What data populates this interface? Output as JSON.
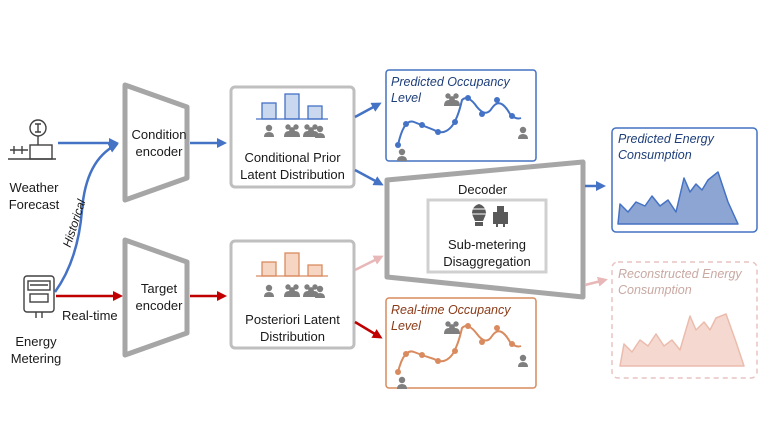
{
  "inputs": {
    "weather_line1": "Weather",
    "weather_line2": "Forecast",
    "energy_line1": "Energy",
    "energy_line2": "Metering",
    "historical_label": "Historical",
    "realtime_label": "Real-time"
  },
  "encoders": {
    "condition_line1": "Condition",
    "condition_line2": "encoder",
    "target_line1": "Target",
    "target_line2": "encoder"
  },
  "latents": {
    "prior_line1": "Conditional Prior",
    "prior_line2": "Latent Distribution",
    "posterior_line1": "Posteriori Latent",
    "posterior_line2": "Distribution"
  },
  "decoder": {
    "title": "Decoder",
    "sub_line1": "Sub-metering",
    "sub_line2": "Disaggregation"
  },
  "outputs": {
    "pred_occ_line1": "Predicted Occupancy",
    "pred_occ_line2": "Level",
    "rt_occ_line1": "Real-time Occupancy",
    "rt_occ_line2": "Level",
    "pred_energy_line1": "Predicted Energy",
    "pred_energy_line2": "Consumption",
    "recon_energy_line1": "Reconstructed Energy",
    "recon_energy_line2": "Consumption"
  },
  "colors": {
    "blue": "#4472c4",
    "red": "#c00000",
    "orange": "#d98b5f",
    "gray": "#a6a6a6",
    "pink_faded": "#e8b7b7"
  },
  "icons": [
    "weather-station-icon",
    "energy-meter-icon",
    "people-icon",
    "lightbulb-icon",
    "appliance-icon"
  ]
}
